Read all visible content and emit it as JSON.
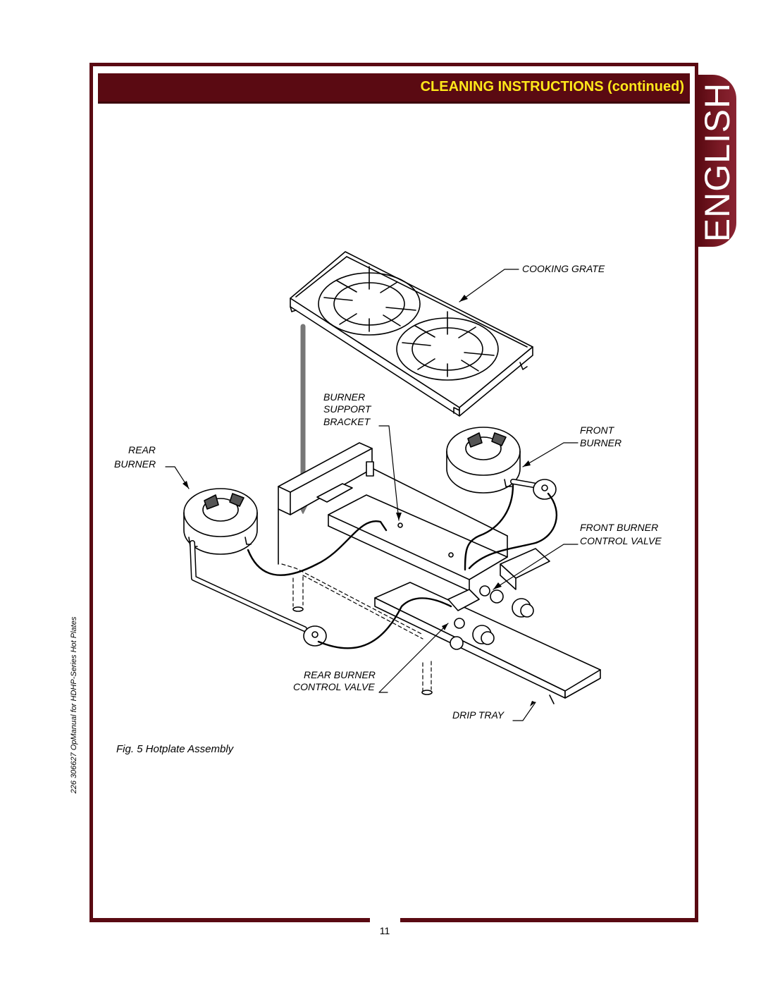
{
  "header": {
    "title": "CLEANING INSTRUCTIONS (continued)"
  },
  "language_tab": {
    "label": "ENGLISH"
  },
  "side_caption": "226  306627  OpManual for HDHP-Series Hot Plates",
  "figure": {
    "caption": "Fig. 5  Hotplate Assembly",
    "labels": {
      "cooking_grate": "COOKING GRATE",
      "burner_support_1": "BURNER",
      "burner_support_2": "SUPPORT",
      "burner_support_3": "BRACKET",
      "front_burner_1": "FRONT",
      "front_burner_2": "BURNER",
      "rear_burner_1": "REAR",
      "rear_burner_2": "BURNER",
      "front_valve_1": "FRONT BURNER",
      "front_valve_2": "CONTROL VALVE",
      "rear_valve_1": "REAR BURNER",
      "rear_valve_2": "CONTROL VALVE",
      "drip_tray": "DRIP TRAY"
    }
  },
  "page_number": "11",
  "colors": {
    "brand": "#5a0a12",
    "title_text": "#ffe81a",
    "arrow_gray": "#777777"
  }
}
